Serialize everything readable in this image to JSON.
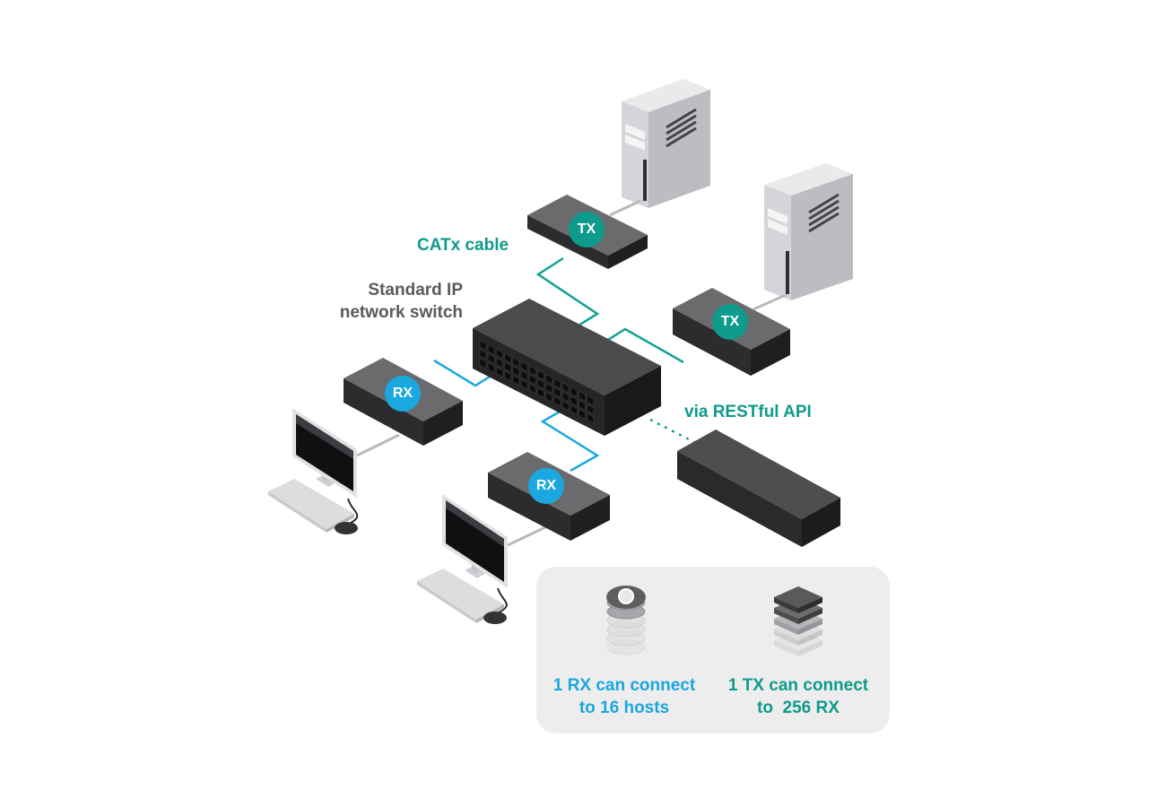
{
  "labels": {
    "catx_cable": "CATx cable",
    "switch_line1": "Standard IP",
    "switch_line2": "network switch",
    "restful_api": "via RESTful API"
  },
  "badges": {
    "tx": "TX",
    "rx": "RX"
  },
  "info": {
    "rx_line1": "1 RX can connect",
    "rx_line2": "to 16 hosts",
    "tx_line1": "1 TX can connect",
    "tx_line2": "to  256 RX"
  },
  "colors": {
    "teal": "#0e9a8c",
    "blue": "#1aa6de",
    "device_dark": "#3a3a3c",
    "label_gray": "#5a5a5a",
    "panel_bg": "#ededee"
  }
}
